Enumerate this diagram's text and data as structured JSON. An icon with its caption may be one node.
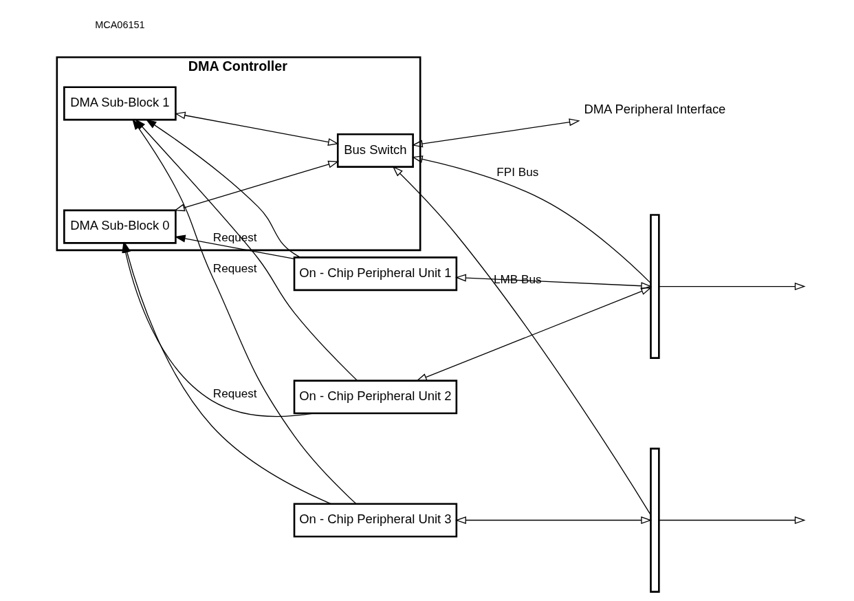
{
  "diagram": {
    "nodes": [
      {
        "text": [
          "DMA Controller"
        ]
      },
      {
        "text": [
          "DMA Sub-Block 0"
        ],
        "in": 0
      },
      {
        "text": [
          "DMA Sub-Block 1"
        ],
        "in": 0
      },
      {
        "text": [
          "Bus Switch"
        ],
        "in": 0
      },
      {
        "text": [
          "On - Chip Peripheral Unit 1"
        ]
      },
      {
        "text": [
          "On - Chip Peripheral Unit 2"
        ]
      },
      {
        "text": [
          "On - Chip Peripheral Unit 3"
        ]
      },
      {
        "text": [],
        "shape": "bar"
      },
      {
        "text": [],
        "shape": "bar"
      },
      {
        "text": [
          "DMA Peripheral Interface"
        ]
      }
    ],
    "edges": [
      {
        "from": 4,
        "to": 1,
        "arrow": "to",
        "label": "Request"
      },
      {
        "from": 4,
        "to": 2,
        "arrow": "to"
      },
      {
        "from": 5,
        "to": 1,
        "arrow": "to",
        "label": "Request"
      },
      {
        "from": 5,
        "to": 2,
        "arrow": "to"
      },
      {
        "from": 6,
        "to": 2,
        "arrow": "to",
        "label": "Request"
      },
      {
        "from": 6,
        "to": 1,
        "arrow": "to"
      },
      {
        "from": 1,
        "to": 3,
        "arrow": "both"
      },
      {
        "from": 2,
        "to": 3,
        "arrow": "both"
      },
      {
        "from": 7,
        "to": 3,
        "arrow": "to",
        "label": "FPI Bus"
      },
      {
        "from": 8,
        "to": 3,
        "arrow": "to",
        "label": "LMB Bus"
      },
      {
        "from": 7,
        "to": null,
        "arrow": "to"
      },
      {
        "from": 8,
        "to": null,
        "arrow": "to"
      },
      {
        "from": 4,
        "to": 7,
        "arrow": "both"
      },
      {
        "from": 5,
        "to": 7,
        "arrow": "both"
      },
      {
        "from": 6,
        "to": 8,
        "arrow": "both"
      },
      {
        "from": 3,
        "to": 9,
        "arrow": "both"
      }
    ],
    "labels": [
      "MCA06151"
    ]
  }
}
